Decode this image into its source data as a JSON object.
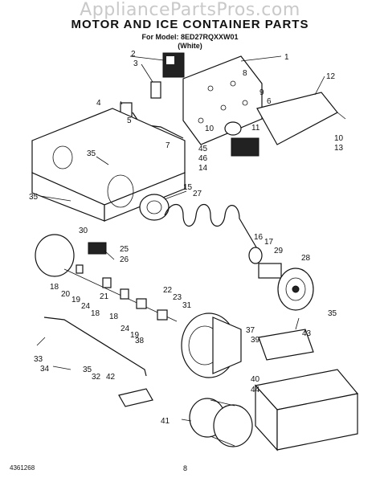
{
  "watermark": "AppliancePartsPros.com",
  "title": "MOTOR AND ICE CONTAINER PARTS",
  "model_line": "For Model: 8ED27RQXXW01",
  "color_line": "(White)",
  "footer_left": "4361268",
  "footer_page": "8",
  "callouts": [
    "1",
    "2",
    "3",
    "4",
    "5",
    "6",
    "7",
    "8",
    "9",
    "10",
    "11",
    "12",
    "10",
    "13",
    "45",
    "46",
    "14",
    "35",
    "35",
    "15",
    "27",
    "30",
    "25",
    "26",
    "16",
    "17",
    "29",
    "28",
    "18",
    "20",
    "19",
    "24",
    "18",
    "21",
    "18",
    "24",
    "19",
    "22",
    "23",
    "31",
    "38",
    "37",
    "39",
    "43",
    "35",
    "33",
    "34",
    "35",
    "32",
    "42",
    "40",
    "44",
    "41"
  ]
}
